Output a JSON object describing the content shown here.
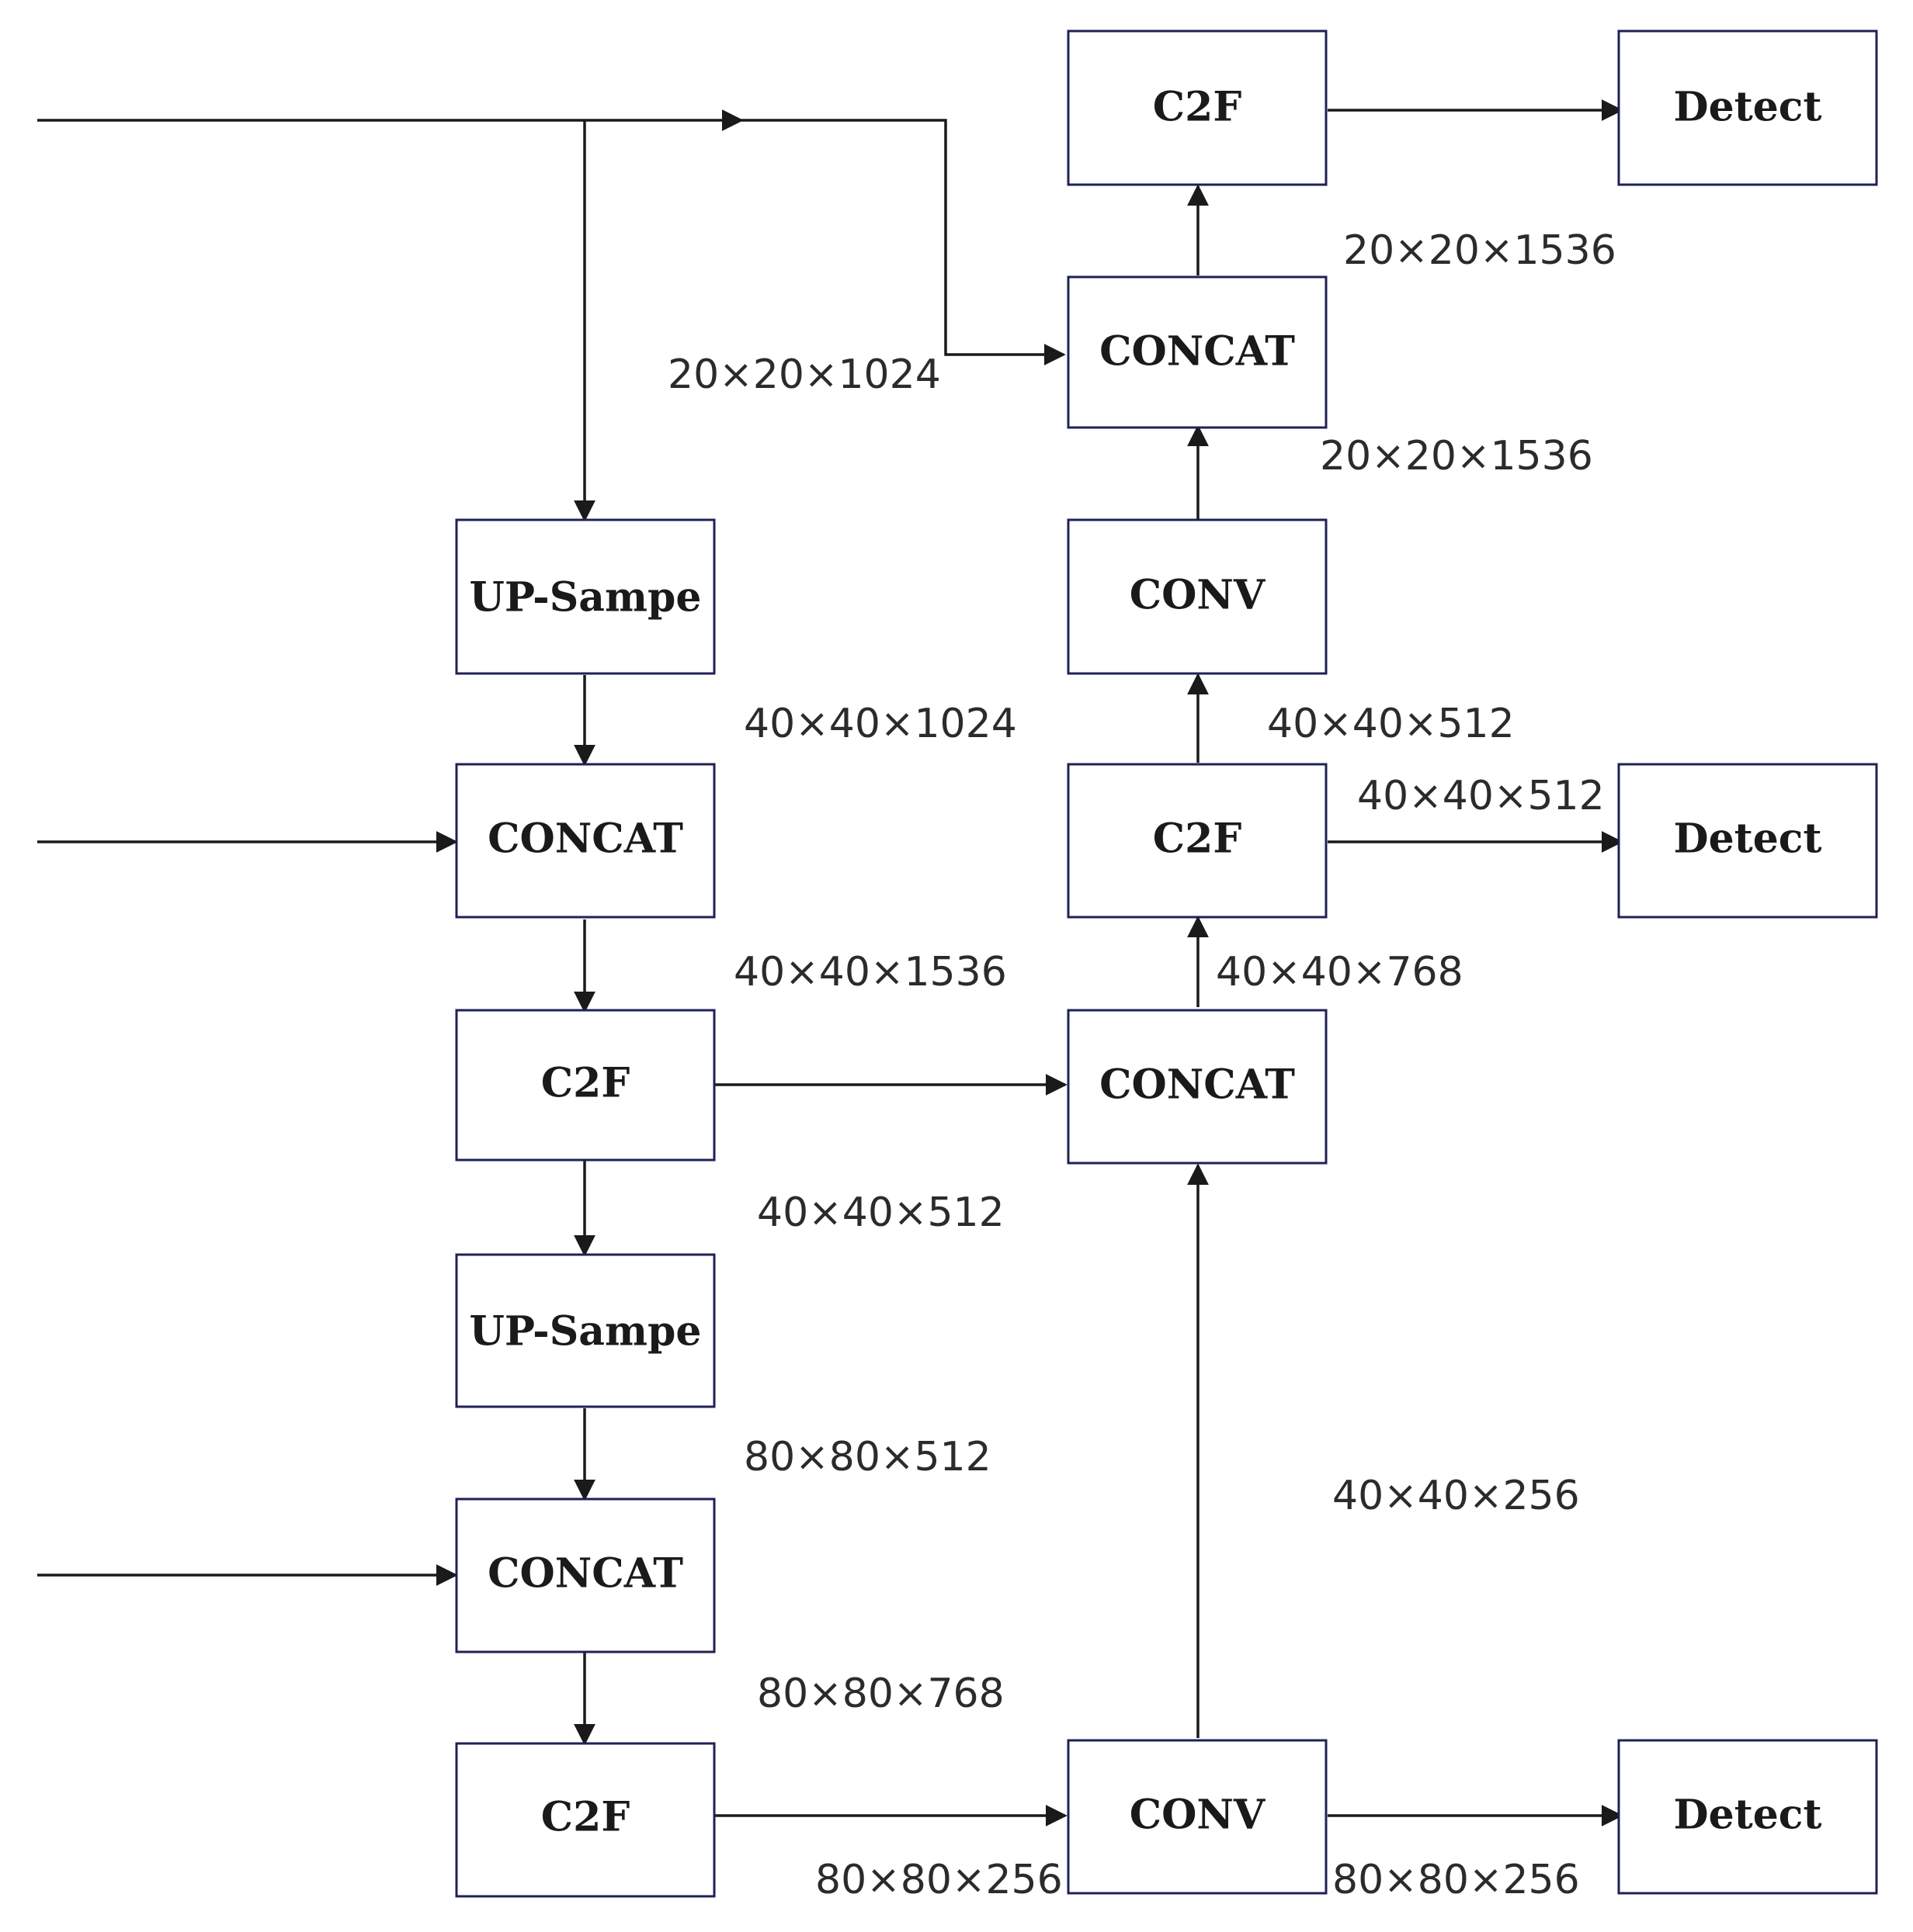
{
  "diagram": {
    "nodes": {
      "c2f_top": "C2F",
      "detect_top": "Detect",
      "concat_top": "CONCAT",
      "conv_mid": "CONV",
      "c2f_right_mid": "C2F",
      "detect_mid": "Detect",
      "upsample_1": "UP-Sampe",
      "concat_left_1": "CONCAT",
      "c2f_left_1": "C2F",
      "concat_right_mid": "CONCAT",
      "upsample_2": "UP-Sampe",
      "concat_left_2": "CONCAT",
      "c2f_left_2": "C2F",
      "conv_bottom": "CONV",
      "detect_bottom": "Detect"
    },
    "dims": {
      "d_20_1536_a": "20×20×1536",
      "d_20_1024": "20×20×1024",
      "d_20_1536_b": "20×20×1536",
      "d_40_1024": "40×40×1024",
      "d_40_512_a": "40×40×512",
      "d_40_512_b": "40×40×512",
      "d_40_1536": "40×40×1536",
      "d_40_768": "40×40×768",
      "d_40_512_c": "40×40×512",
      "d_80_512": "80×80×512",
      "d_40_256": "40×40×256",
      "d_80_768": "80×80×768",
      "d_80_256_a": "80×80×256",
      "d_80_256_b": "80×80×256"
    },
    "colors": {
      "box_border": "#1f2157",
      "arrow": "#1a1a1a"
    }
  }
}
